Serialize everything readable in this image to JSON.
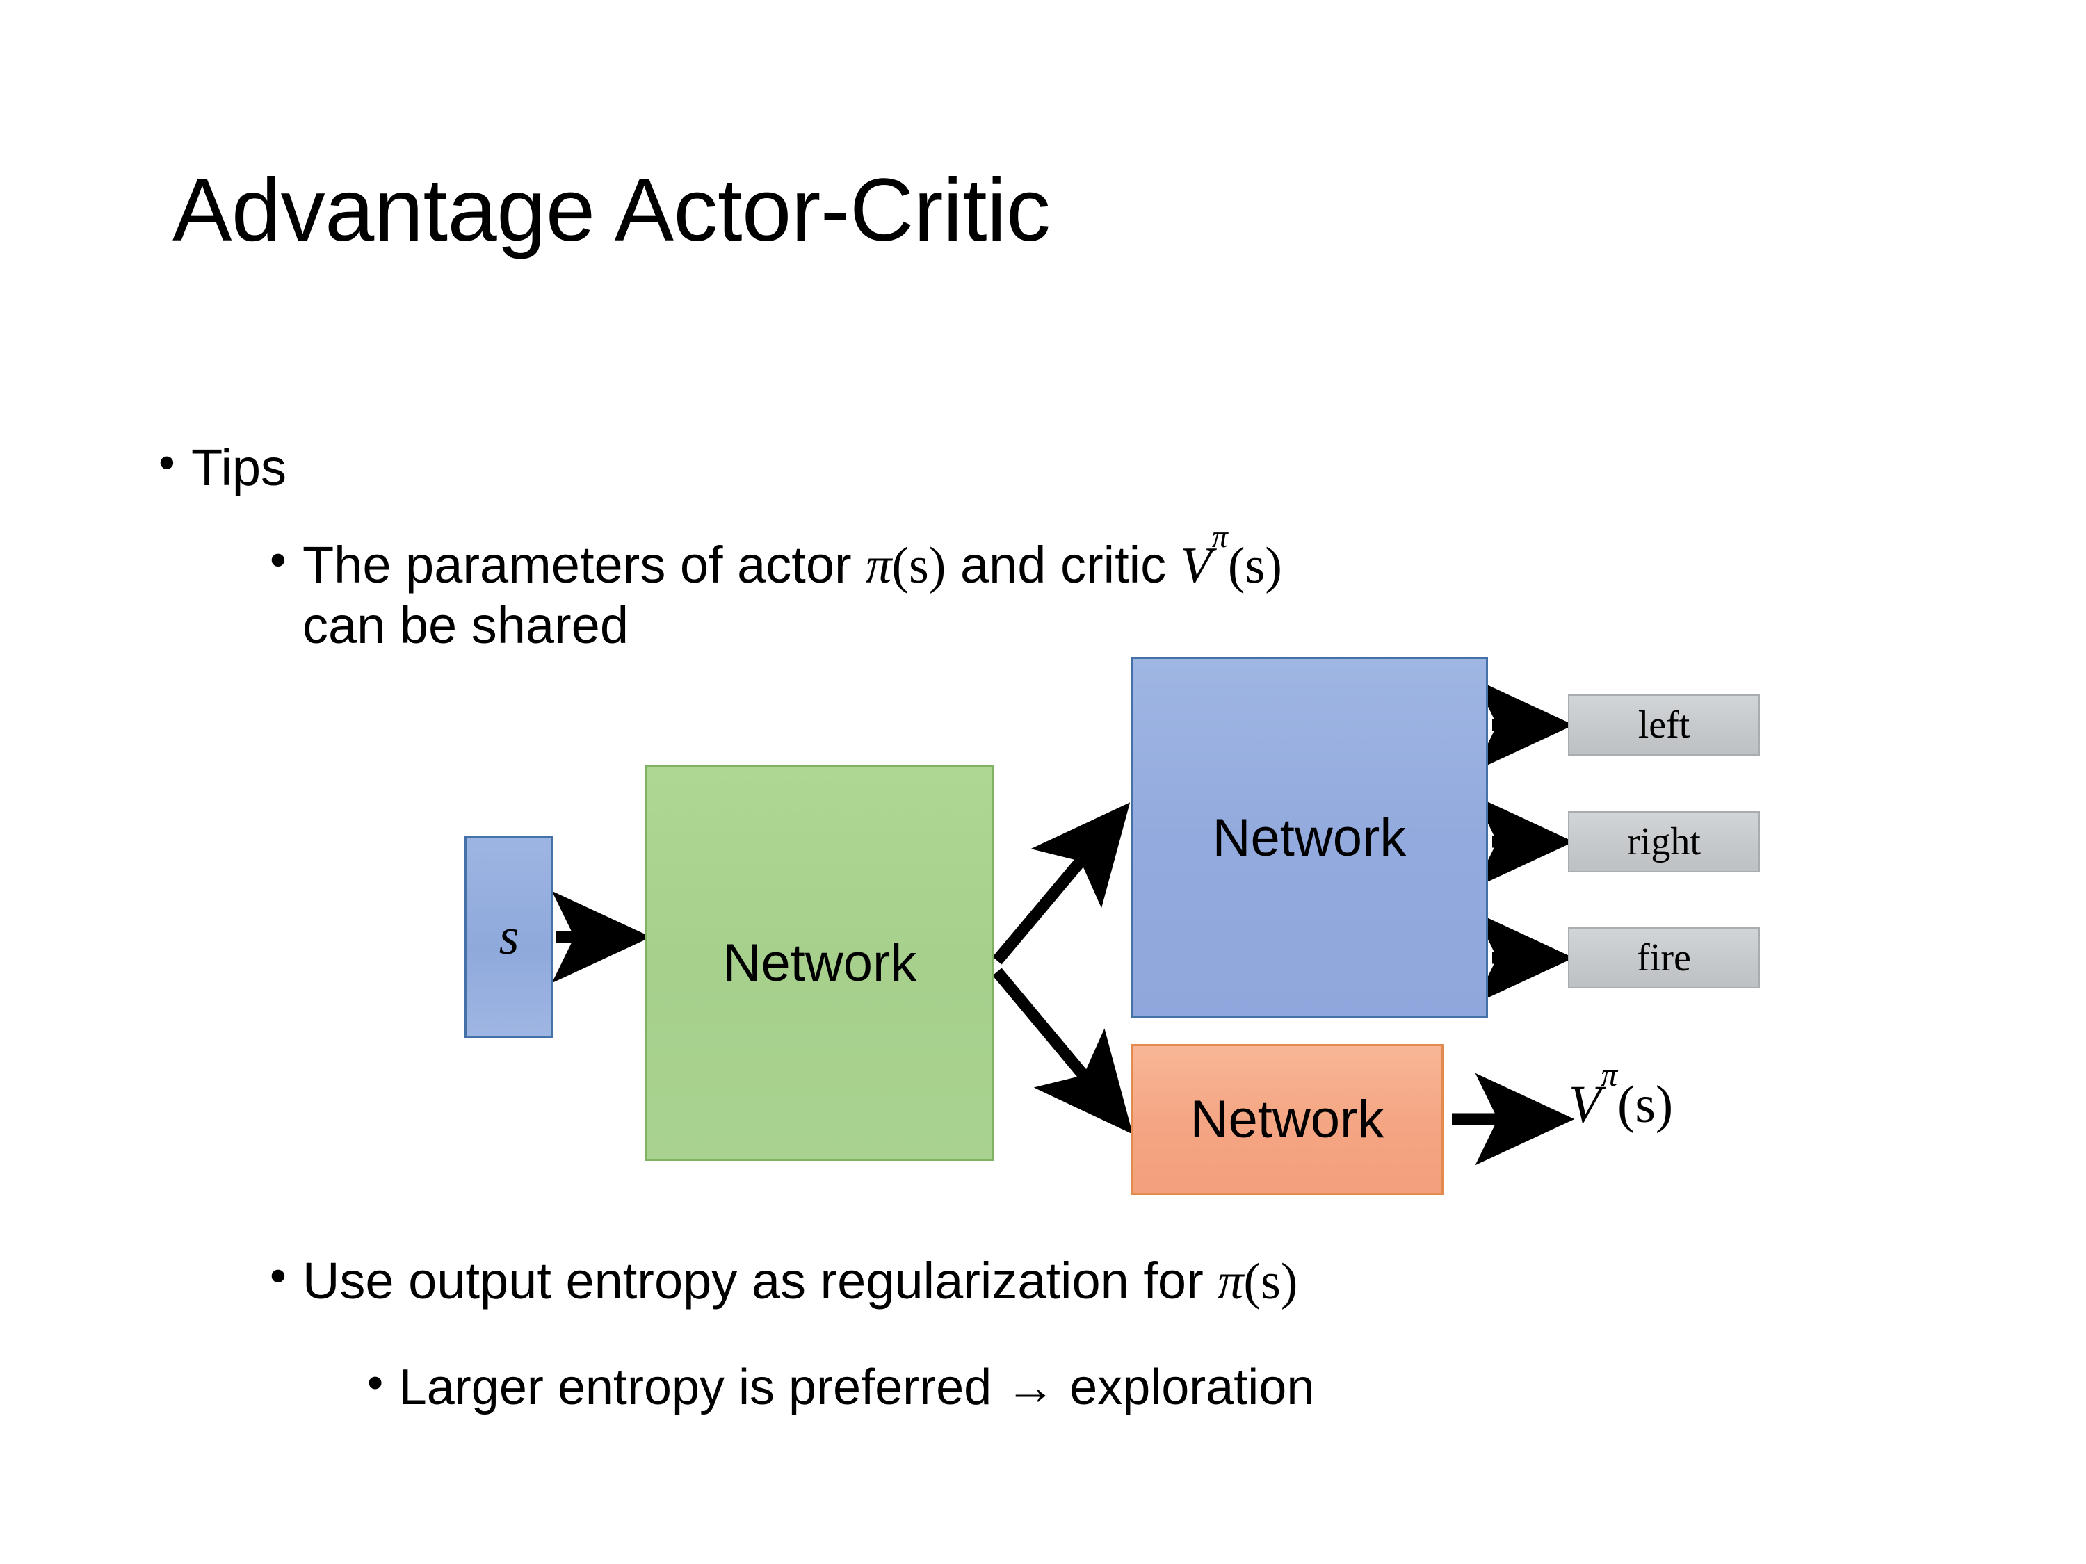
{
  "slide": {
    "title": "Advantage Actor-Critic",
    "background_color": "#ffffff"
  },
  "bullets": [
    {
      "level": 1,
      "marker": "•",
      "text": "Tips"
    },
    {
      "level": 2,
      "marker": "•",
      "text_part1": "The parameters of actor ",
      "math1": "π",
      "math1_arg": "(s)",
      "text_part2": "  and critic ",
      "math2_base": "V",
      "math2_sup": "π",
      "math2_arg": "(s)",
      "text_part3": "can be shared",
      "full_text": "The parameters of actor π(s)  and critic Vπ(s) can be shared"
    },
    {
      "level": 2,
      "marker": "•",
      "text_part1": "Use output entropy as regularization for ",
      "math1": "π",
      "math1_arg": "(s)",
      "full_text": "Use output entropy as regularization for π(s)"
    },
    {
      "level": 3,
      "marker": "•",
      "text": "Larger entropy is preferred → exploration"
    }
  ],
  "diagram": {
    "state_box": {
      "label": "s",
      "fill": "#93AADE",
      "border": "#4472A8"
    },
    "shared_network": {
      "label": "Network",
      "fill": "#A6D08C",
      "border": "#7FB363"
    },
    "actor_network": {
      "label": "Network",
      "fill": "#93AADE",
      "border": "#4472A8"
    },
    "critic_network": {
      "label": "Network",
      "fill": "#F4A582",
      "border": "#E38A4E"
    },
    "action_outputs": [
      {
        "label": "left",
        "fill": "#C6C9CC",
        "border": "#A9ACB0"
      },
      {
        "label": "right",
        "fill": "#C6C9CC",
        "border": "#A9ACB0"
      },
      {
        "label": "fire",
        "fill": "#C6C9CC",
        "border": "#A9ACB0"
      }
    ],
    "critic_output": {
      "base": "V",
      "superscript": "π",
      "argument": "(s)",
      "full_text": "Vπ(s)"
    },
    "arrow_color": "#000000",
    "arrows": [
      {
        "from": "state_box",
        "to": "shared_network"
      },
      {
        "from": "shared_network",
        "to": "actor_network"
      },
      {
        "from": "shared_network",
        "to": "critic_network"
      },
      {
        "from": "actor_network",
        "to": "left"
      },
      {
        "from": "actor_network",
        "to": "right"
      },
      {
        "from": "actor_network",
        "to": "fire"
      },
      {
        "from": "critic_network",
        "to": "critic_output"
      }
    ]
  }
}
